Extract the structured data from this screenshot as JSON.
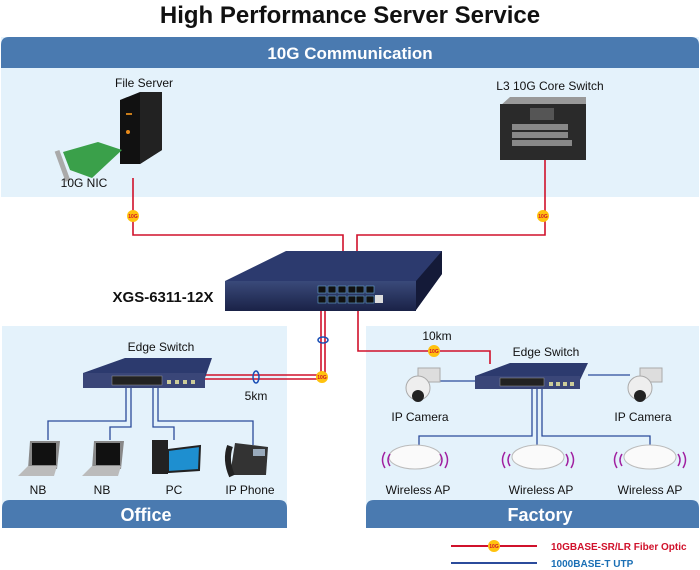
{
  "title": "High Performance Server Service",
  "sections": {
    "top": "10G Communication",
    "office": "Office",
    "factory": "Factory"
  },
  "devices": {
    "file_server": "File Server",
    "nic": "10G NIC",
    "core_switch": "L3 10G Core Switch",
    "main_switch": "XGS-6311-12X",
    "office_edge": "Edge Switch",
    "factory_edge": "Edge Switch",
    "office_clients": [
      "NB",
      "NB",
      "PC",
      "IP Phone"
    ],
    "cameras": [
      "IP Camera",
      "IP Camera"
    ],
    "aps": [
      "Wireless AP",
      "Wireless AP",
      "Wireless AP"
    ]
  },
  "distances": {
    "office": "5km",
    "factory": "10km"
  },
  "badge": "10G",
  "legend": [
    {
      "label": "10GBASE-SR/LR Fiber Optic",
      "color": "#d0112b"
    },
    {
      "label": "1000BASE-T UTP",
      "color": "#1a6fb5"
    }
  ],
  "colors": {
    "panel_header": "#4a7ab0",
    "panel_body": "#e4f2fb",
    "fiber": "#d0112b",
    "utp": "#2b4b9b",
    "badge": "#ffc20e"
  }
}
